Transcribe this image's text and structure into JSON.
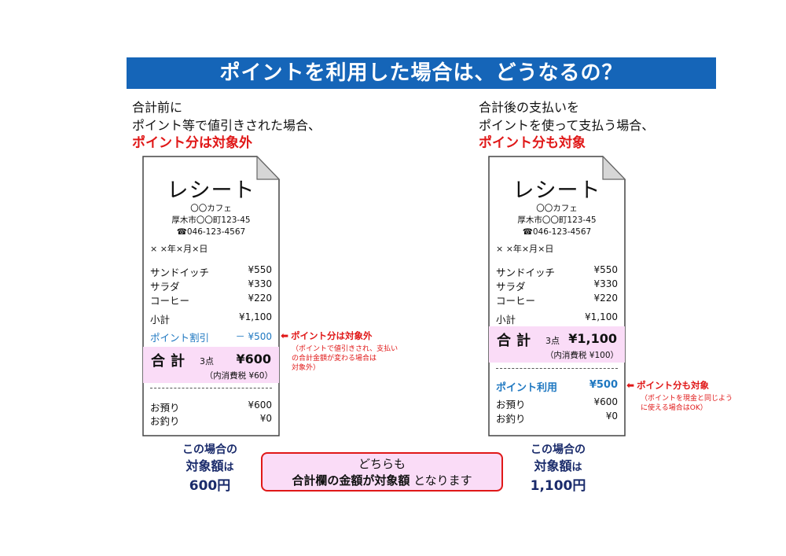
{
  "banner": {
    "title": "ポイントを利用した場合は、どうなるの？",
    "bg_color": "#1565b8"
  },
  "left": {
    "intro": {
      "line1": "合計前に",
      "line2": "ポイント等で値引きされた場合、",
      "highlight": "ポイント分は対象外"
    },
    "receipt": {
      "title": "レシート",
      "shop_name": "〇〇カフェ",
      "address": "厚木市〇〇町123-45",
      "phone": "☎046-123-4567",
      "date": "× ×年×月×日",
      "items": [
        {
          "name": "サンドイッチ",
          "price": "¥550"
        },
        {
          "name": "サラダ",
          "price": "¥330"
        },
        {
          "name": "コーヒー",
          "price": "¥220"
        }
      ],
      "subtotal": {
        "label": "小計",
        "value": "¥1,100"
      },
      "discount": {
        "label": "ポイント割引",
        "value": "－ ¥500"
      },
      "total": {
        "label": "合計",
        "count": "3点",
        "amount": "¥600",
        "tax": "（内消費税  ¥60）"
      },
      "deposit": {
        "label": "お預り",
        "value": "¥600"
      },
      "change": {
        "label": "お釣り",
        "value": "¥0"
      }
    },
    "note": {
      "head": "ポイント分は対象外",
      "sub1": "（ポイントで値引きされ、支払い",
      "sub2": "の合計金額が変わる場合は",
      "sub3": "対象外）"
    },
    "result": {
      "line1": "この場合の",
      "line2a": "対象額",
      "line2b": "は",
      "line3": "600円"
    }
  },
  "right": {
    "intro": {
      "line1": "合計後の支払いを",
      "line2": "ポイントを使って支払う場合、",
      "highlight": "ポイント分も対象"
    },
    "receipt": {
      "title": "レシート",
      "shop_name": "〇〇カフェ",
      "address": "厚木市〇〇町123-45",
      "phone": "☎046-123-4567",
      "date": "× ×年×月×日",
      "items": [
        {
          "name": "サンドイッチ",
          "price": "¥550"
        },
        {
          "name": "サラダ",
          "price": "¥330"
        },
        {
          "name": "コーヒー",
          "price": "¥220"
        }
      ],
      "subtotal": {
        "label": "小計",
        "value": "¥1,100"
      },
      "total": {
        "label": "合計",
        "count": "3点",
        "amount": "¥1,100",
        "tax": "（内消費税  ¥100）"
      },
      "point_use": {
        "label": "ポイント利用",
        "value": "¥500"
      },
      "deposit": {
        "label": "お預り",
        "value": "¥600"
      },
      "change": {
        "label": "お釣り",
        "value": "¥0"
      }
    },
    "note": {
      "head": "ポイント分も対象",
      "sub1": "（ポイントを現金と同じよう",
      "sub2": "に使える場合はOK）"
    },
    "result": {
      "line1": "この場合の",
      "line2a": "対象額",
      "line2b": "は",
      "line3": "1,100円"
    }
  },
  "center_box": {
    "line1": "どちらも",
    "line2_bold": "合計欄の金額が対象額",
    "line2_rest": " となります"
  },
  "icons": {
    "arrow": "⬅"
  },
  "colors": {
    "red": "#e01818",
    "blue": "#1f78c1",
    "navy": "#1a2b6b",
    "pink": "#fadcf7"
  }
}
